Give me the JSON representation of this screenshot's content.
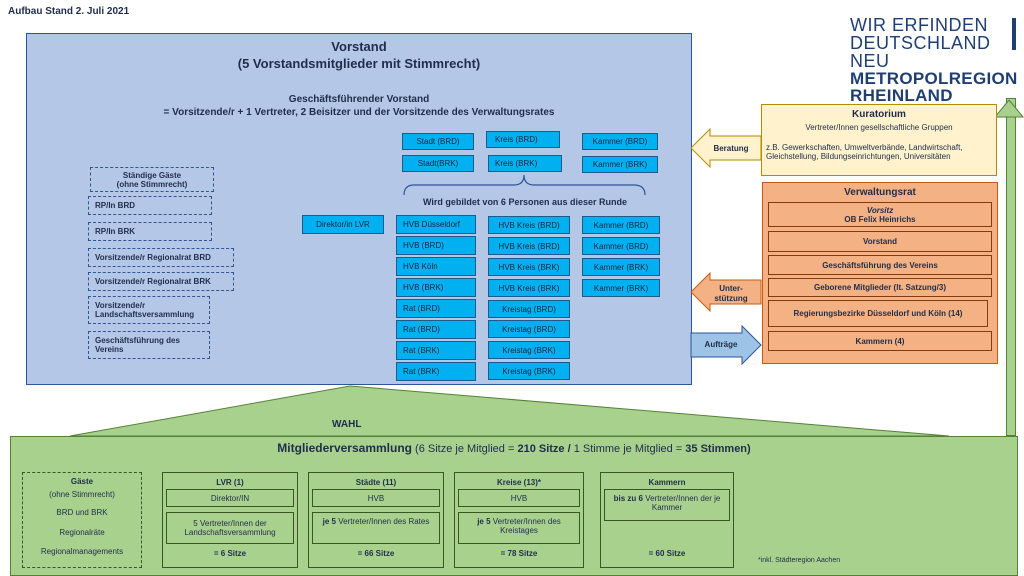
{
  "header": {
    "stand": "Aufbau Stand 2. Juli 2021"
  },
  "logo": {
    "line1": "WIR ERFINDEN",
    "line2": "DEUTSCHLAND NEU",
    "line3": "METROPOLREGION",
    "line4": "RHEINLAND"
  },
  "vorstand": {
    "title": "Vorstand",
    "subtitle": "(5 Vorstandsmitglieder mit Stimmrecht)",
    "gf_title": "Geschäftsführender Vorstand",
    "gf_sub": "= Vorsitzende/r + 1 Vertreter, 2 Beisitzer und der Vorsitzende des Verwaltungsrates",
    "top_boxes": [
      "Stadt (BRD)",
      "Kreis (BRD)",
      "Kammer (BRD)",
      "Stadt(BRK)",
      "Kreis (BRK)",
      "Kammer (BRK)"
    ],
    "gebildet": "Wird gebildet von 6 Personen aus dieser Runde",
    "direktor": "Direktor/in LVR",
    "col1": [
      "HVB Düsseldorf",
      "HVB (BRD)",
      "HVB Köln",
      "HVB (BRK)",
      "Rat (BRD)",
      "Rat (BRD)",
      "Rat (BRK)",
      "Rat (BRK)"
    ],
    "col2": [
      "HVB Kreis (BRD)",
      "HVB  Kreis (BRD)",
      "HVB Kreis (BRK)",
      "HVB  Kreis (BRK)",
      "Kreistag (BRD)",
      "Kreistag (BRD)",
      "Kreistag (BRK)",
      "Kreistag (BRK)"
    ],
    "col3": [
      "Kammer (BRD)",
      "Kammer (BRD)",
      "Kammer (BRK)",
      "Kammer (BRK)"
    ],
    "gaeste": {
      "title": "Ständige Gäste",
      "subtitle": "(ohne Stimmrecht)",
      "items": [
        "RP/In BRD",
        "RP/In BRK",
        "Vorsitzende/r  Regionalrat BRD",
        "Vorsitzende/r  Regionalrat BRK",
        "Vorsitzende/r Landschaftsversammlung",
        "Geschäftsführung des Vereins"
      ]
    }
  },
  "kuratorium": {
    "title": "Kuratorium",
    "subtitle": "Vertreter/Innen gesellschaftliche Gruppen",
    "text": "z.B. Gewerkschaften, Umweltverbände, Landwirtschaft, Gleichstellung, Bildungseinrichtungen, Universitäten"
  },
  "verwaltungsrat": {
    "title": "Verwaltungsrat",
    "vorsitz_label": "Vorsitz",
    "vorsitz_name": "OB Felix Heinrichs",
    "items": [
      "Vorstand",
      "Geschäftsführung des Vereins",
      "Geborene Mitglieder (lt. Satzung/3)",
      "Regierungsbezirke Düsseldorf und Köln (14)",
      "Kammern (4)"
    ]
  },
  "arrows": {
    "beratung": "Beratung",
    "unterstuetzung1": "Unter-",
    "unterstuetzung2": "stützung",
    "auftraege": "Aufträge"
  },
  "wahl": "WAHL",
  "mv": {
    "title": "Mitgliederversammlung",
    "sub_a": " (6 Sitze je Mitglied = ",
    "sub_b": "210 Sitze /",
    "sub_c": " 1 Stimme  je Mitglied = ",
    "sub_d": "35 Stimmen)",
    "gaeste": {
      "title": "Gäste",
      "subtitle": "(ohne Stimmrecht)",
      "items": [
        "BRD und BRK",
        "Regionalräte",
        "Regionalmanagements"
      ]
    },
    "lvr": {
      "title": "LVR (1)",
      "row1": "Direktor/IN",
      "row2": "5 Vertreter/Innen der Landschaftsversammlung",
      "sum": "= 6 Sitze"
    },
    "staedte": {
      "title": "Städte (11)",
      "row1": "HVB",
      "row2_a": "je 5",
      "row2_b": " Vertreter/Innen des Rates",
      "sum": "= 66 Sitze"
    },
    "kreise": {
      "title": "Kreise (13)*",
      "row1": "HVB",
      "row2_a": "je 5",
      "row2_b": " Vertreter/Innen des Kreistages",
      "sum": "= 78 Sitze"
    },
    "kammern": {
      "title": "Kammern",
      "row1_a": "bis zu 6",
      "row1_b": "  Vertreter/Innen der je Kammer",
      "sum": "= 60 Sitze"
    },
    "footnote": "*inkl. Städteregion Aachen"
  }
}
